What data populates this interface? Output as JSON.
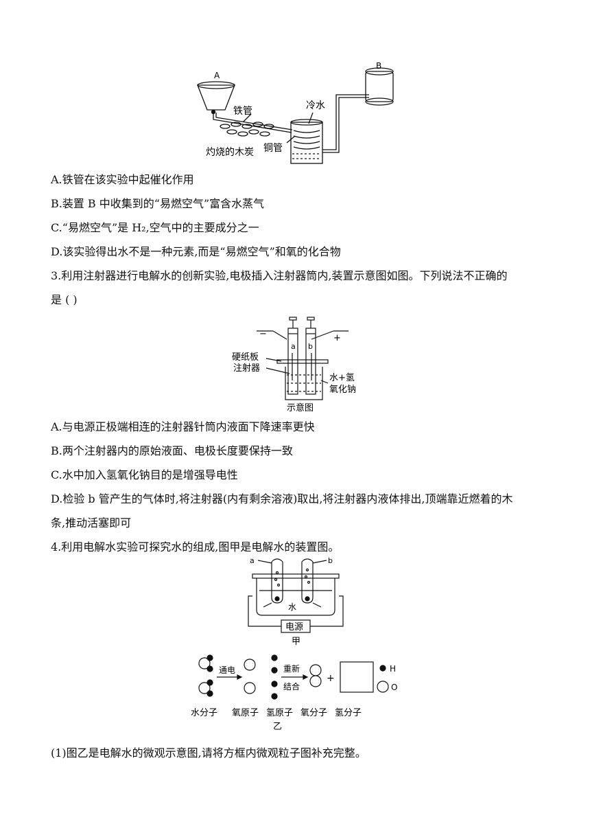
{
  "q2": {
    "figure": {
      "label_a": "A",
      "label_b": "B",
      "iron_tube": "铁管",
      "cold_water": "冷水",
      "charcoal": "灼烧的木炭",
      "copper_tube": "铜管"
    },
    "options": [
      "A.铁管在该实验中起催化作用",
      "B.装置 B 中收集到的“易燃空气”富含水蒸气",
      "C.“易燃空气”是 H₂,空气中的主要成分之一",
      "D.该实验得出水不是一种元素,而是“易燃空气”和氧的化合物"
    ]
  },
  "q3": {
    "stem_line1": "3.利用注射器进行电解水的创新实验,电极插入注射器筒内,装置示意图如图。下列说法不正确的",
    "stem_line2": "是                         (      )",
    "figure": {
      "minus": "−",
      "plus": "+",
      "label_a": "a",
      "label_b": "b",
      "cardboard": "硬纸板",
      "syringe": "注射器",
      "solution_1": "水+氢",
      "solution_2": "氧化钠",
      "caption": "示意图"
    },
    "options": [
      "A.与电源正极端相连的注射器针筒内液面下降速率更快",
      "B.两个注射器内的原始液面、电极长度要保持一致",
      "C.水中加入氢氧化钠目的是增强导电性",
      "D.检验 b 管产生的气体时,将注射器(内有剩余溶液)取出,将注射器内液体排出,顶端靠近燃着的木",
      "条,推动活塞即可"
    ]
  },
  "q4": {
    "stem": "4.利用电解水实验可探究水的组成,图甲是电解水的装置图。",
    "fig_jia": {
      "label_a": "a",
      "label_b": "b",
      "water": "水",
      "power": "电源",
      "caption": "甲"
    },
    "fig_yi": {
      "electrolysis": "通电",
      "recombine_1": "重新",
      "recombine_2": "结合",
      "plus": "+",
      "legend_h": "H",
      "legend_o": "O",
      "labels": [
        "水分子",
        "氧原子",
        "氢原子",
        "氧分子",
        "氢分子"
      ],
      "caption": "乙"
    },
    "sub1": "(1)图乙是电解水的微观示意图,请将方框内微观粒子图补充完整。"
  }
}
